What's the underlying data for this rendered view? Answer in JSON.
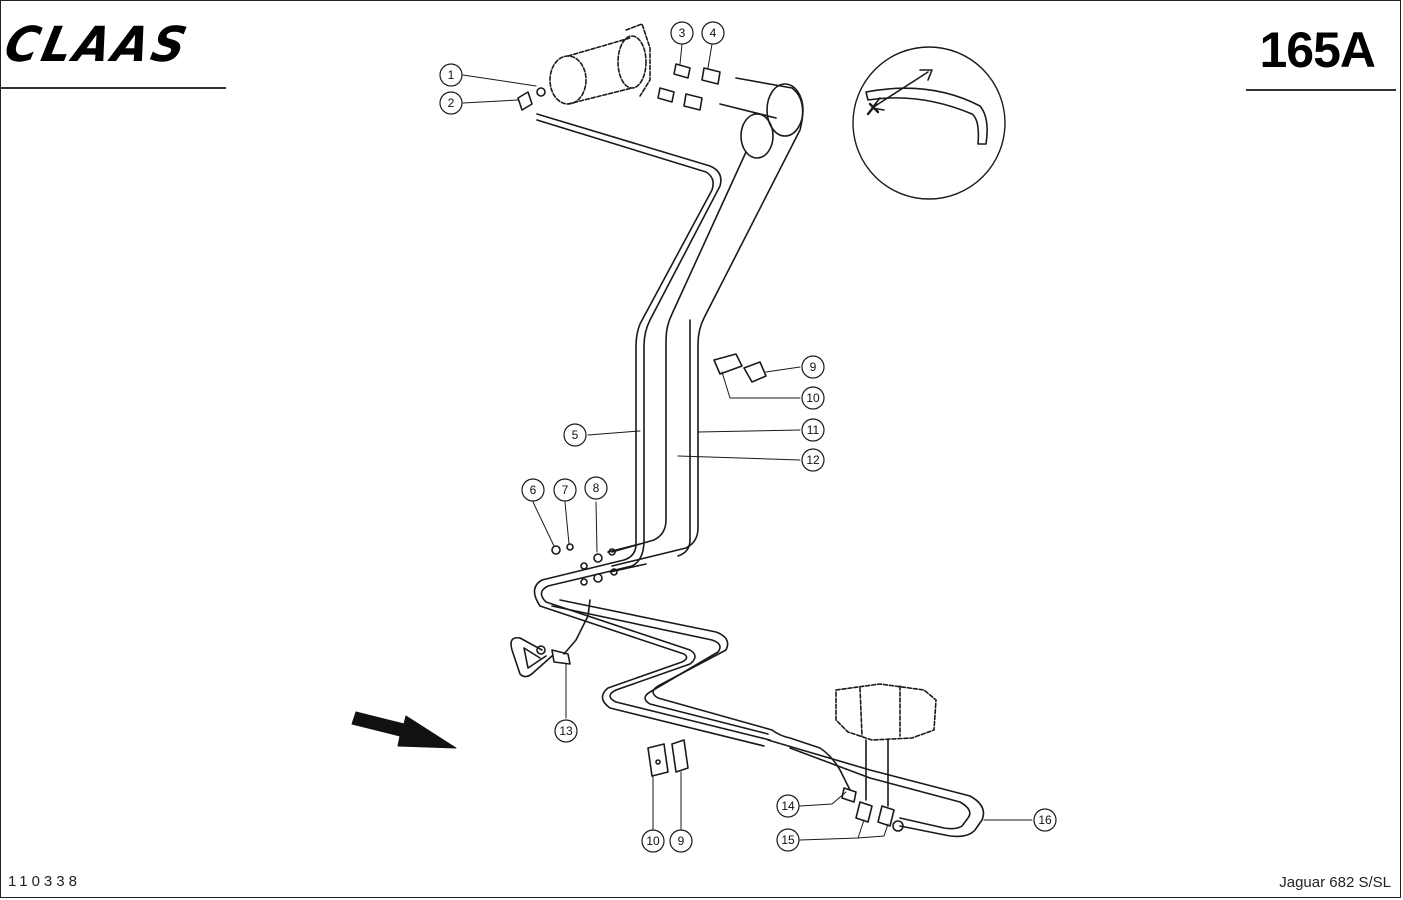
{
  "header": {
    "brand": "CLAAS",
    "plate_number": "165A"
  },
  "footer": {
    "drawing_id": "110338",
    "model": "Jaguar 682 S/SL"
  },
  "callouts": [
    "1",
    "2",
    "3",
    "4",
    "5",
    "6",
    "7",
    "8",
    "9",
    "10",
    "11",
    "12",
    "13",
    "14",
    "15",
    "16",
    "9",
    "10"
  ]
}
